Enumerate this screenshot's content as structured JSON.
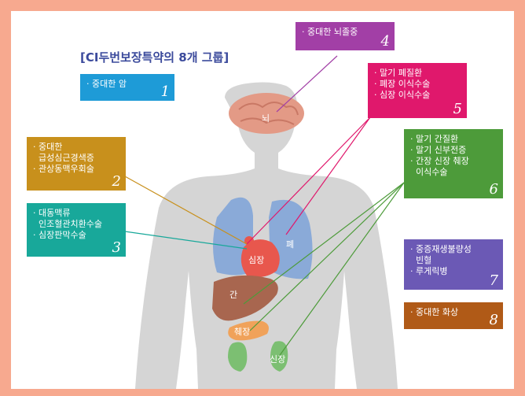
{
  "title": "[CI두번보장특약의 8개 그룹]",
  "groups": [
    {
      "number": "1",
      "color": "#1e9bd7",
      "items": [
        "· 중대한 암"
      ]
    },
    {
      "number": "2",
      "color": "#c8901c",
      "items": [
        "· 중대한\n  급성심근경색증",
        "· 관상동맥우회술"
      ]
    },
    {
      "number": "3",
      "color": "#18a89a",
      "items": [
        "· 대동맥류\n  인조혈관치환수술",
        "· 심장판막수술"
      ]
    },
    {
      "number": "4",
      "color": "#a23fa6",
      "items": [
        "· 중대한 뇌졸중"
      ]
    },
    {
      "number": "5",
      "color": "#e0186c",
      "items": [
        "· 말기 폐질환",
        "· 폐장 이식수술",
        "· 심장 이식수술"
      ]
    },
    {
      "number": "6",
      "color": "#4d9b3a",
      "items": [
        "· 말기 간질환",
        "· 말기 신부전증",
        "· 간장 신장 췌장\n  이식수술"
      ]
    },
    {
      "number": "7",
      "color": "#6b59b5",
      "items": [
        "· 중증재생불량성\n  빈혈",
        "· 루게릭병"
      ]
    },
    {
      "number": "8",
      "color": "#b05a17",
      "items": [
        "· 중대한 화상"
      ]
    }
  ],
  "organs": {
    "brain": "뇌",
    "lung": "폐",
    "heart": "심장",
    "liver": "간",
    "pancreas": "췌장",
    "kidney": "신장"
  },
  "colors": {
    "background": "#f7a98f",
    "body": "#d5d5d5",
    "lung": "#8aaad8",
    "heart": "#e8574d",
    "liver": "#a8664f",
    "pancreas": "#f0a25a",
    "kidney": "#7cbf72",
    "brain": "#e39a86"
  }
}
